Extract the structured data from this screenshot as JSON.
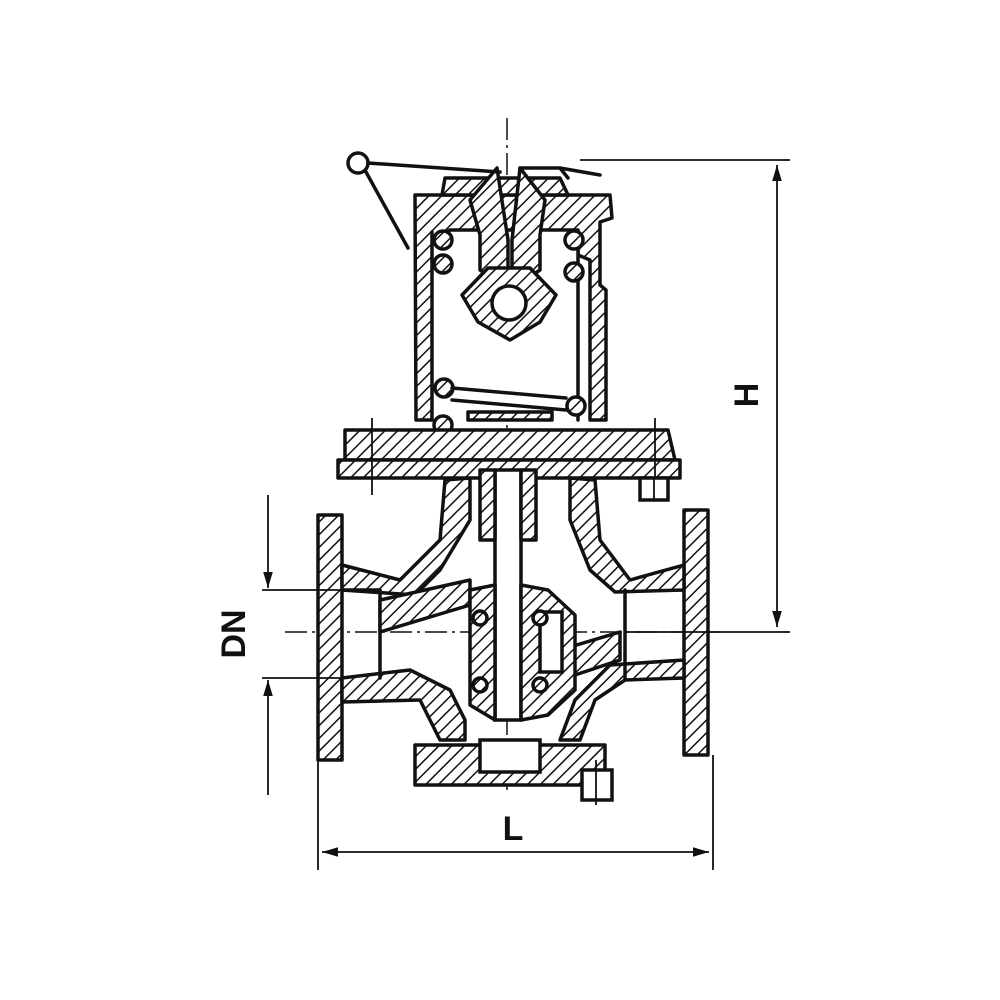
{
  "dimensions": {
    "height_label": "H",
    "nominal_diameter_label": "DN",
    "length_label": "L"
  },
  "colors": {
    "line": "#111111",
    "background": "#ffffff"
  }
}
